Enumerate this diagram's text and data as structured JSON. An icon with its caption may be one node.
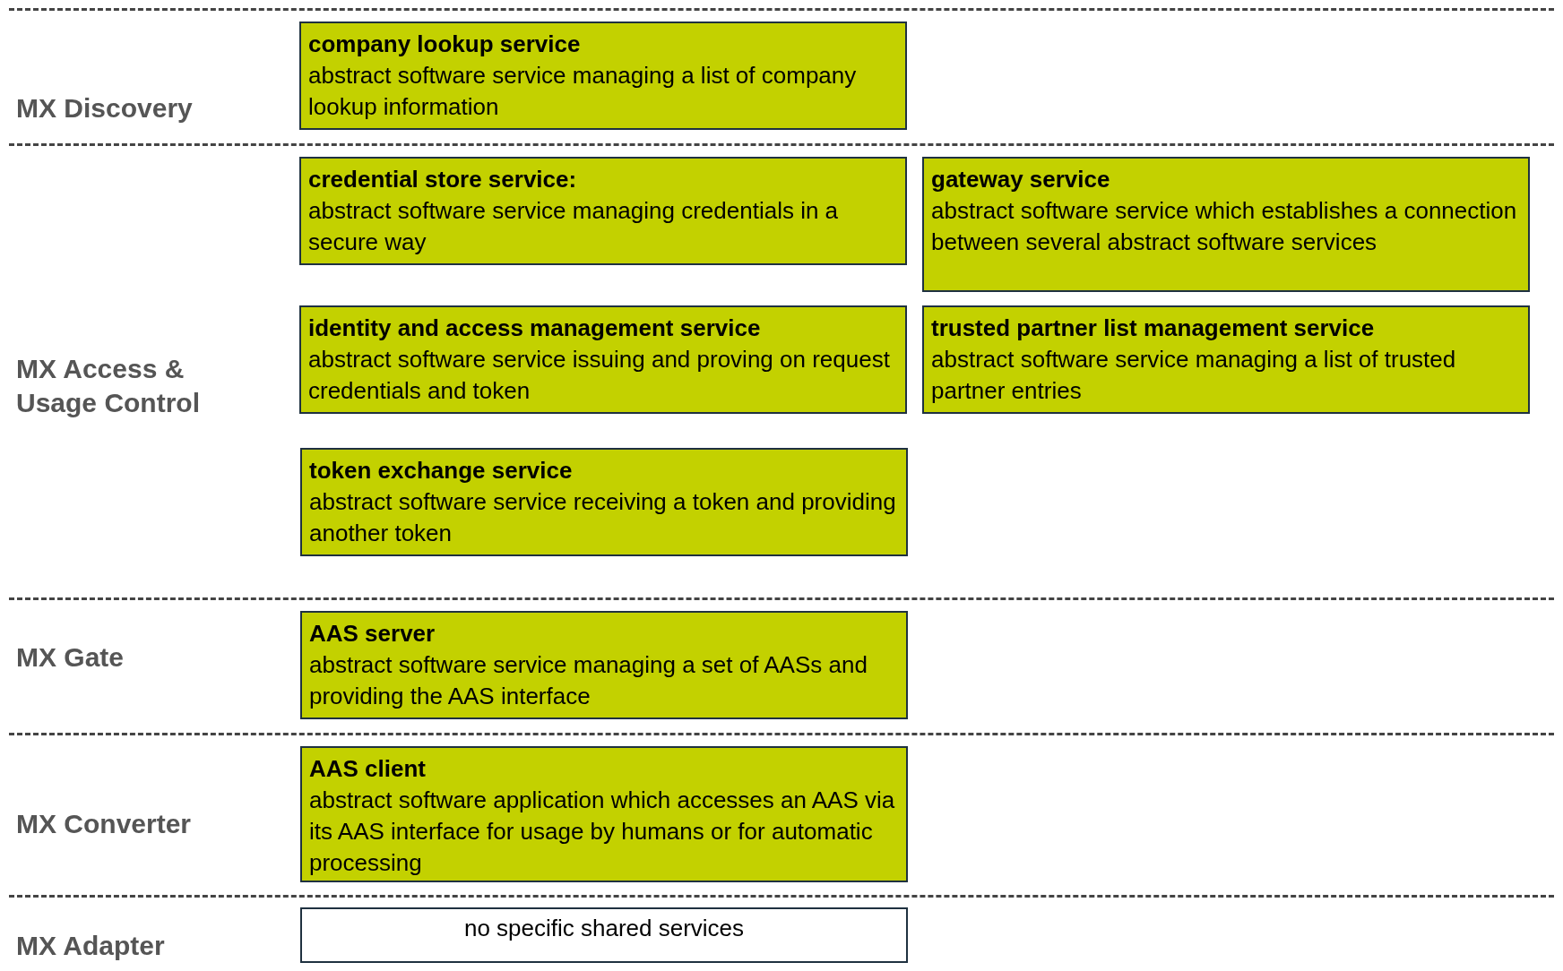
{
  "diagram": {
    "nodes": [
      {
        "text": [
          "MX Discovery"
        ]
      },
      {
        "text": [
          "company lookup service",
          "abstract software service managing a list of company lookup information"
        ],
        "in": 0
      },
      {
        "text": [
          "MX Access & Usage Control"
        ]
      },
      {
        "text": [
          "credential store service:",
          "abstract software service managing credentials in a secure way"
        ],
        "in": 2
      },
      {
        "text": [
          "gateway service",
          "abstract software service which establishes a connection between several abstract software services"
        ],
        "in": 2
      },
      {
        "text": [
          "identity and access management service",
          "abstract software service issuing and proving on request credentials and token"
        ],
        "in": 2
      },
      {
        "text": [
          "trusted partner list management service",
          "abstract software service managing a list of trusted partner entries"
        ],
        "in": 2
      },
      {
        "text": [
          "token exchange service",
          "abstract software service receiving a token and providing another token"
        ],
        "in": 2
      },
      {
        "text": [
          "MX Gate"
        ]
      },
      {
        "text": [
          "AAS server",
          "abstract software service managing a set of AASs and providing the AAS interface"
        ],
        "in": 8
      },
      {
        "text": [
          "MX Converter"
        ]
      },
      {
        "text": [
          "AAS client",
          "abstract software application which accesses an AAS via its AAS interface for usage by humans or for automatic processing"
        ],
        "in": 10
      },
      {
        "text": [
          "MX Adapter"
        ]
      },
      {
        "text": [
          "no specific shared services"
        ],
        "in": 12
      }
    ]
  }
}
